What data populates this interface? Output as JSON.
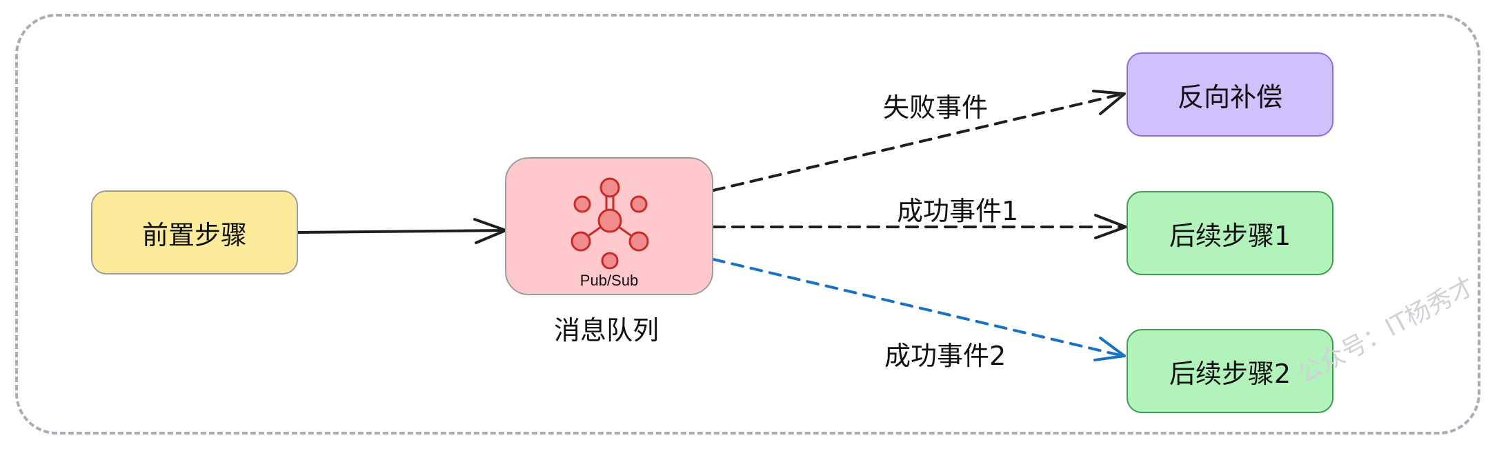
{
  "nodes": {
    "pre_step": "前置步骤",
    "mq_sub": "Pub/Sub",
    "mq_label": "消息队列",
    "compensation": "反向补偿",
    "next_step_1": "后续步骤1",
    "next_step_2": "后续步骤2"
  },
  "edges": {
    "fail_event": "失败事件",
    "success_event_1": "成功事件1",
    "success_event_2": "成功事件2"
  },
  "watermark": "公众号：IT杨秀才",
  "colors": {
    "frame": "#a6adb6",
    "edge_dark": "#1e1e1e",
    "edge_blue": "#1971c2",
    "pre_fill": "#fceb9b",
    "mq_fill": "#fec9cc",
    "comp_fill": "#d0c0fb",
    "next_fill": "#b2f2bb",
    "icon_fill": "#f08c8c",
    "icon_stroke": "#c92a2a"
  },
  "icons": {
    "mq": "pubsub-hub-icon"
  }
}
